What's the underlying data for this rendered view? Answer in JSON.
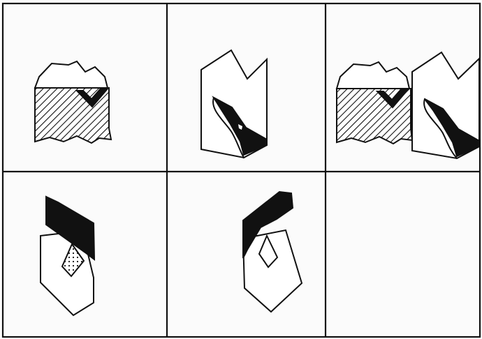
{
  "puzzle": {
    "rows": 2,
    "cols": 3,
    "colors": {
      "ink": "#111111",
      "paper": "#fbfbfb",
      "fill_white": "#ffffff"
    },
    "cells": [
      {
        "row": 1,
        "col": 1,
        "content": "hatched-base-with-cloud-top-and-v-notch"
      },
      {
        "row": 1,
        "col": 2,
        "content": "white-tall-shape-with-black-wedge"
      },
      {
        "row": 1,
        "col": 3,
        "content": "combination-of-cell-1-and-cell-2"
      },
      {
        "row": 2,
        "col": 1,
        "content": "black-band-over-pentagon-with-dotted-kite"
      },
      {
        "row": 2,
        "col": 2,
        "content": "black-band-over-pentagon-with-white-kite"
      },
      {
        "row": 2,
        "col": 3,
        "content": "empty-answer-cell"
      }
    ]
  }
}
